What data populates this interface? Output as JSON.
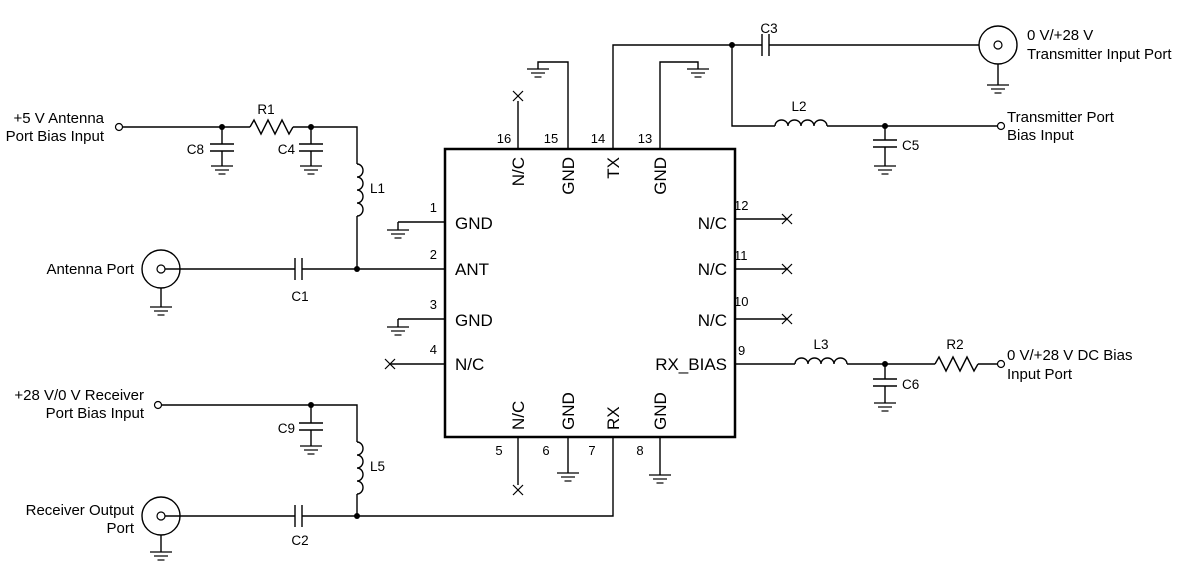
{
  "ic": {
    "pins_left": [
      {
        "num": "1",
        "name": "GND"
      },
      {
        "num": "2",
        "name": "ANT"
      },
      {
        "num": "3",
        "name": "GND"
      },
      {
        "num": "4",
        "name": "N/C"
      }
    ],
    "pins_right": [
      {
        "num": "12",
        "name": "N/C"
      },
      {
        "num": "11",
        "name": "N/C"
      },
      {
        "num": "10",
        "name": "N/C"
      },
      {
        "num": "9",
        "name": "RX_BIAS"
      }
    ],
    "pins_top": [
      {
        "num": "16",
        "name": "N/C"
      },
      {
        "num": "15",
        "name": "GND"
      },
      {
        "num": "14",
        "name": "TX"
      },
      {
        "num": "13",
        "name": "GND"
      }
    ],
    "pins_bottom": [
      {
        "num": "5",
        "name": "N/C"
      },
      {
        "num": "6",
        "name": "GND"
      },
      {
        "num": "7",
        "name": "RX"
      },
      {
        "num": "8",
        "name": "GND"
      }
    ]
  },
  "ports": {
    "antenna_bias": [
      "+5 V Antenna",
      "Port Bias Input"
    ],
    "antenna": "Antenna Port",
    "receiver_bias": [
      "+28 V/0 V Receiver",
      "Port Bias Input"
    ],
    "receiver_output": [
      "Receiver Output",
      "Port"
    ],
    "transmitter_input": [
      "0 V/+28 V",
      "Transmitter Input Port"
    ],
    "transmitter_bias": [
      "Transmitter Port",
      "Bias Input"
    ],
    "dc_bias": [
      "0 V/+28 V DC Bias",
      "Input Port"
    ]
  },
  "components": {
    "R1": "R1",
    "R2": "R2",
    "C1": "C1",
    "C2": "C2",
    "C3": "C3",
    "C4": "C4",
    "C5": "C5",
    "C6": "C6",
    "C8": "C8",
    "C9": "C9",
    "L1": "L1",
    "L2": "L2",
    "L3": "L3",
    "L5": "L5"
  }
}
